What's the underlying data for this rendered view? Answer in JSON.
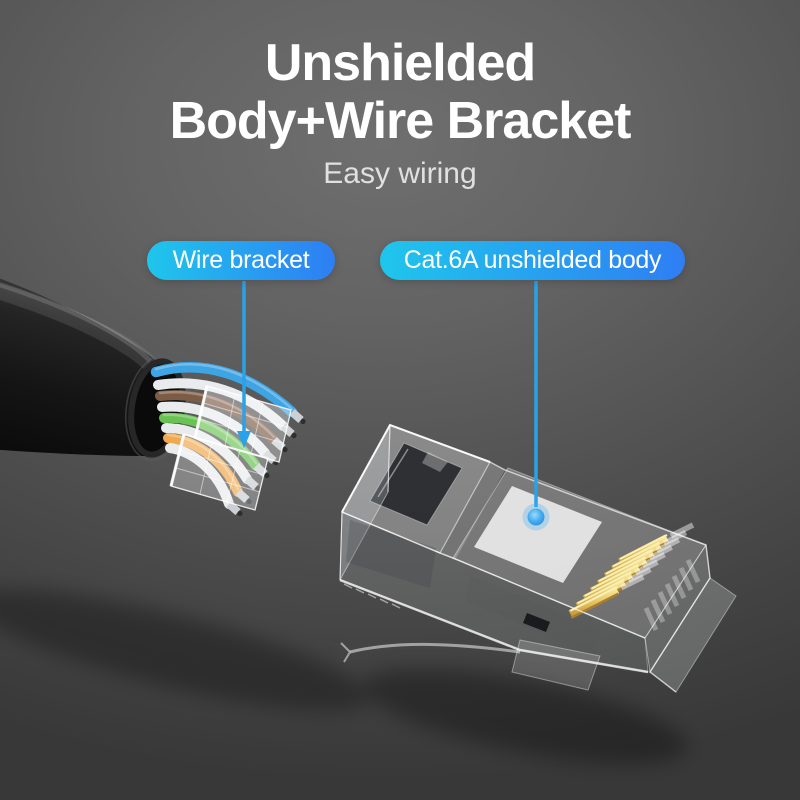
{
  "header": {
    "title_line1": "Unshielded",
    "title_line2": "Body+Wire Bracket",
    "subtitle": "Easy wiring"
  },
  "callouts": [
    {
      "label": "Wire bracket"
    },
    {
      "label": "Cat.6A unshielded body"
    }
  ],
  "colors": {
    "background_center": "#6f6f6f",
    "background_edge": "#383838",
    "callout_gradient_start": "#1fc6ec",
    "callout_gradient_end": "#2e7ef3",
    "pointer_blue": "#2aa2e8",
    "pin_gold_light": "#f4e292",
    "pin_gold_dark": "#c79d3e",
    "cable_jacket_black": "#161616",
    "wire_blue": "#3fa4e4",
    "wire_brown": "#7d5c47",
    "wire_green": "#69c353",
    "wire_orange": "#efaa50",
    "wire_white": "#e9ebed",
    "title_text": "#ffffff",
    "subtitle_text": "#e0e0e0"
  },
  "products": {
    "cable": {
      "visible_wire_count": 8
    },
    "connector": {
      "visible_pin_count": 8
    }
  }
}
